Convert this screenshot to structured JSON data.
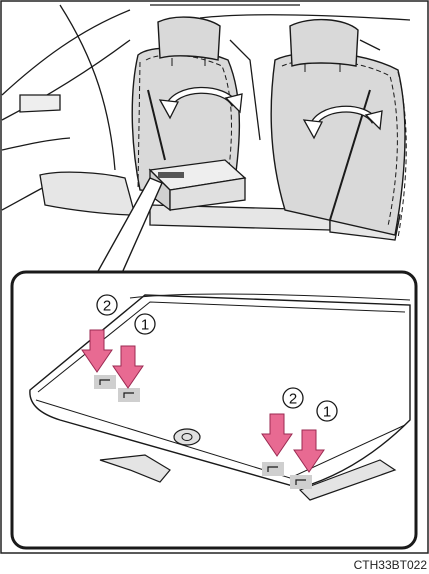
{
  "figure": {
    "code": "CTH33BT022",
    "callout_steps": [
      {
        "number": "2",
        "label": "lever-left-step-2"
      },
      {
        "number": "1",
        "label": "lever-left-step-1"
      },
      {
        "number": "2",
        "label": "lever-right-step-2"
      },
      {
        "number": "1",
        "label": "lever-right-step-1"
      }
    ]
  },
  "colors": {
    "seat_fill": "#d9d9d9",
    "seat_stroke": "#1a1a1a",
    "arrow_pink": "#e86a92",
    "arrow_pink_stroke": "#9b2a52",
    "lever_fill": "#cfcfcf",
    "background": "#ffffff"
  }
}
